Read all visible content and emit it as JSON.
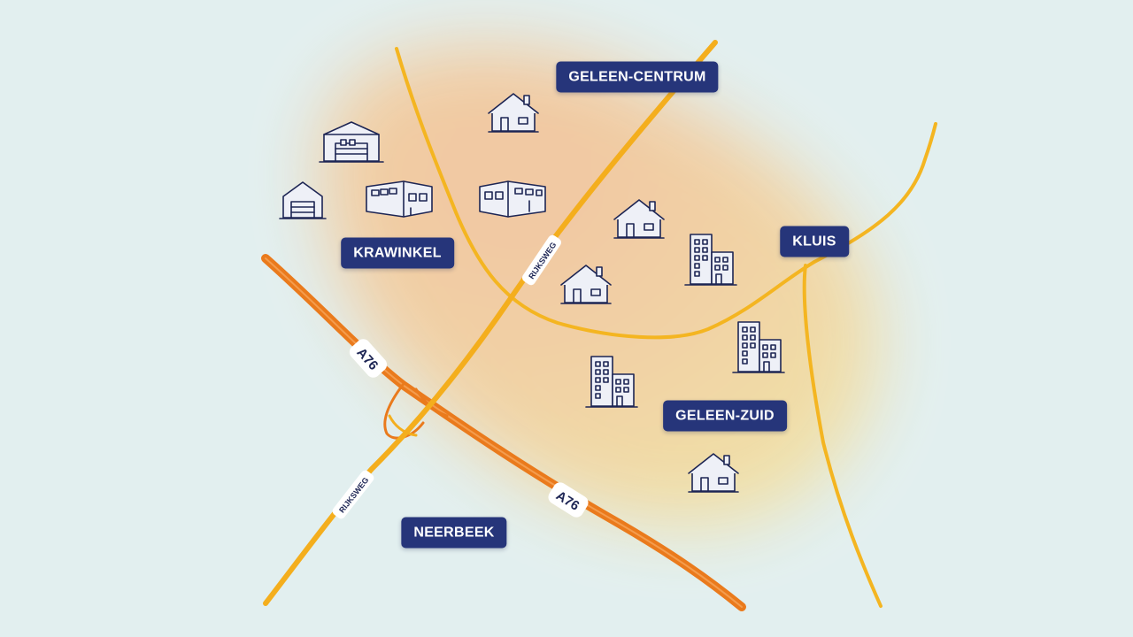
{
  "map": {
    "colors": {
      "background": "#e2efef",
      "district_fill_warm": "#f2c9a3",
      "district_fill_yellow": "#f3dea0",
      "local_road": "#f4b521",
      "rijksweg": "#f4ae1d",
      "highway_a76": "#ea7a1c",
      "label_background": "#26357a",
      "label_text": "#ffffff",
      "icon_stroke": "#1d2554",
      "icon_fill": "#eef0f7"
    },
    "places": [
      {
        "name": "GELEEN-CENTRUM"
      },
      {
        "name": "KRAWINKEL"
      },
      {
        "name": "KLUIS"
      },
      {
        "name": "GELEEN-ZUID"
      },
      {
        "name": "NEERBEEK"
      }
    ],
    "roads": {
      "rijksweg_label": "RIJKSWEG",
      "highway_label": "A76"
    },
    "icons": [
      {
        "icon": "house-icon"
      },
      {
        "icon": "warehouse-icon"
      },
      {
        "icon": "office-building-icon"
      },
      {
        "icon": "apartment-block-icon"
      },
      {
        "icon": "garage-icon"
      }
    ]
  }
}
